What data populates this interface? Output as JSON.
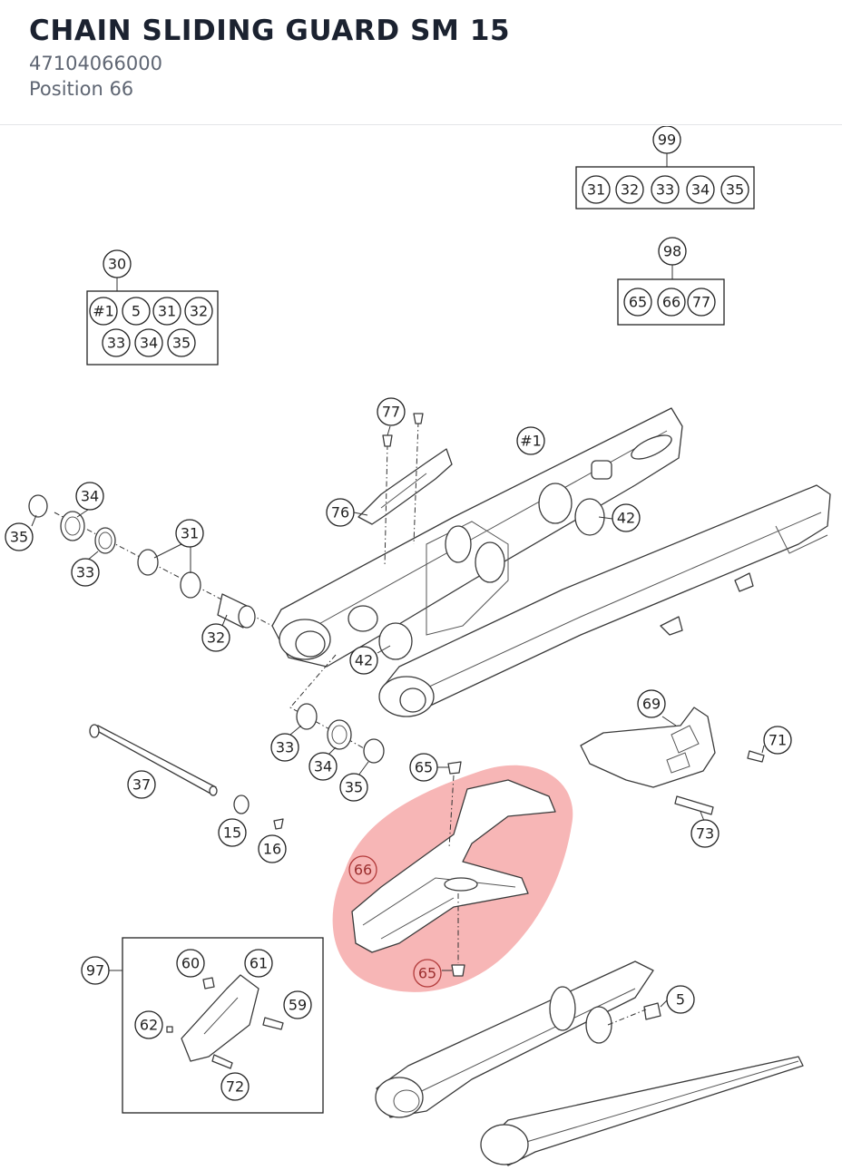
{
  "header": {
    "title": "CHAIN SLIDING GUARD SM 15",
    "part_number": "47104066000",
    "position": "Position 66"
  },
  "diagram": {
    "highlight_color": "#f07a7a",
    "callouts": {
      "c99": "99",
      "c98": "98",
      "c30": "30",
      "c77": "77",
      "c76": "76",
      "cframe": "#1",
      "c42a": "42",
      "c42b": "42",
      "c34a": "34",
      "c35a": "35",
      "c33a": "33",
      "c31": "31",
      "c32": "32",
      "c33b": "33",
      "c34b": "34",
      "c35b": "35",
      "c37": "37",
      "c15": "15",
      "c16": "16",
      "c65a": "65",
      "c65b": "65",
      "c66": "66",
      "c69": "69",
      "c71": "71",
      "c73": "73",
      "c97": "97",
      "c60": "60",
      "c61": "61",
      "c59": "59",
      "c62": "62",
      "c72": "72",
      "c5": "5"
    },
    "kit_99": [
      "31",
      "32",
      "33",
      "34",
      "35"
    ],
    "kit_98": [
      "65",
      "66",
      "77"
    ],
    "kit_30": [
      "#1",
      "5",
      "31",
      "32",
      "33",
      "34",
      "35"
    ]
  }
}
